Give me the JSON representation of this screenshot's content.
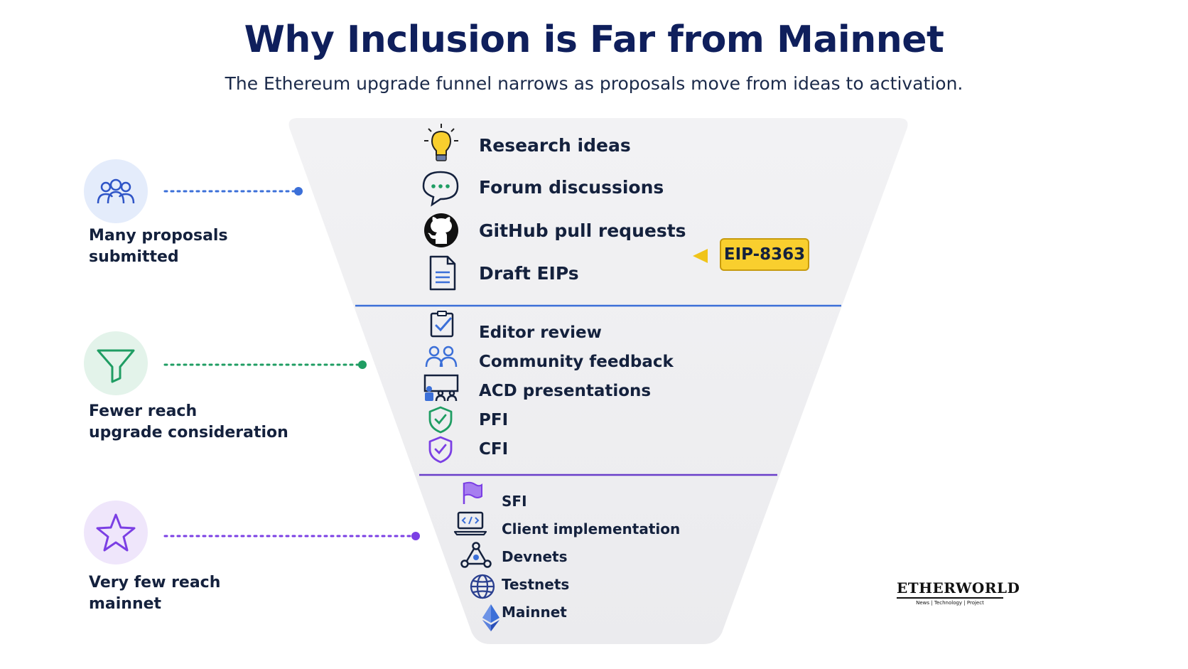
{
  "title": "Why Inclusion is Far from Mainnet",
  "subtitle": "The Ethereum upgrade funnel narrows as proposals move from ideas to activation.",
  "stages": [
    {
      "label": "Many proposals submitted",
      "line1": "Many proposals",
      "line2": "submitted",
      "icon": "people-icon",
      "color": "#3b6fd8"
    },
    {
      "label": "Fewer reach upgrade consideration",
      "line1": "Fewer reach",
      "line2": "upgrade consideration",
      "icon": "funnel-icon",
      "color": "#1f9d63"
    },
    {
      "label": "Very few reach mainnet",
      "line1": "Very few reach",
      "line2": "mainnet",
      "icon": "star-icon",
      "color": "#7b3fe4"
    }
  ],
  "section1": [
    {
      "label": "Research ideas",
      "icon": "lightbulb-icon"
    },
    {
      "label": "Forum discussions",
      "icon": "chat-bubble-icon"
    },
    {
      "label": "GitHub pull requests",
      "icon": "github-icon"
    },
    {
      "label": "Draft EIPs",
      "icon": "document-icon"
    }
  ],
  "section2": [
    {
      "label": "Editor review",
      "icon": "checklist-icon"
    },
    {
      "label": "Community feedback",
      "icon": "people-icon"
    },
    {
      "label": "ACD presentations",
      "icon": "presentation-icon"
    },
    {
      "label": "PFI",
      "icon": "shield-check-green-icon"
    },
    {
      "label": "CFI",
      "icon": "shield-check-purple-icon"
    }
  ],
  "section3": [
    {
      "label": "SFI",
      "icon": "flag-icon"
    },
    {
      "label": "Client implementation",
      "icon": "laptop-code-icon"
    },
    {
      "label": "Devnets",
      "icon": "network-icon"
    },
    {
      "label": "Testnets",
      "icon": "globe-icon"
    },
    {
      "label": "Mainnet",
      "icon": "ethereum-icon"
    }
  ],
  "badge": {
    "label": "EIP-8363",
    "color": "#f9cf2e"
  },
  "logo": {
    "name": "ETHERWORLD",
    "tagline": "News | Technology | Project"
  },
  "colors": {
    "title": "#0f1f5c",
    "divider1": "#3b6fd8",
    "divider2": "#6a3fc9",
    "funnel": "#efeff2"
  }
}
